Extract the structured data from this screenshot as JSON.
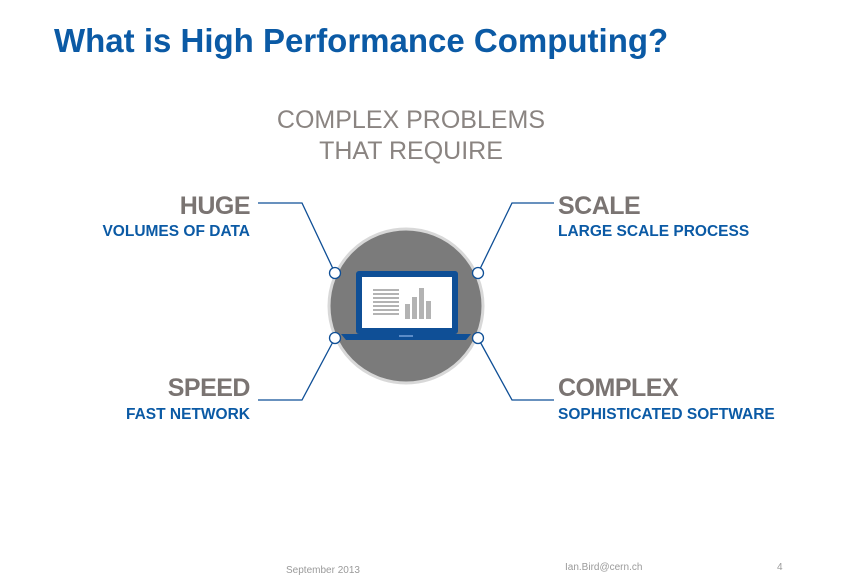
{
  "slide": {
    "title": "What is High Performance Computing?",
    "subtitle_line1": "COMPLEX PROBLEMS",
    "subtitle_line2": "THAT REQUIRE"
  },
  "features": {
    "huge": {
      "heading": "HUGE",
      "description": "VOLUMES OF DATA"
    },
    "scale": {
      "heading": "SCALE",
      "description": "LARGE SCALE PROCESS"
    },
    "speed": {
      "heading": "SPEED",
      "description": "FAST NETWORK"
    },
    "complex": {
      "heading": "COMPLEX",
      "description": "SOPHISTICATED SOFTWARE"
    }
  },
  "center_icon": "laptop-chart-icon",
  "footer": {
    "date": "September 2013",
    "email": "Ian.Bird@cern.ch",
    "page_number": "4"
  },
  "colors": {
    "title_blue": "#0b5aa5",
    "gray_text": "#8a8481",
    "circle_gray": "#7b7b7b",
    "laptop_blue": "#0f4f96"
  }
}
